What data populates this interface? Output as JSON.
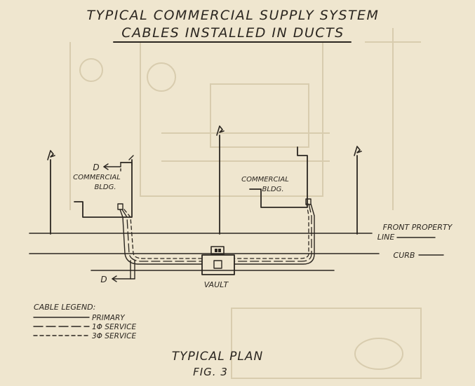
{
  "title": {
    "line1": "TYPICAL COMMERCIAL SUPPLY SYSTEM",
    "line2": "CABLES INSTALLED IN DUCTS"
  },
  "labels": {
    "bldg_left_1": "COMMERCIAL",
    "bldg_left_2": "BLDG.",
    "bldg_right_1": "COMMERCIAL",
    "bldg_right_2": "BLDG.",
    "property_line_1": "FRONT PROPERTY",
    "property_line_2": "LINE",
    "curb": "CURB",
    "vault": "VAULT",
    "d_top": "D",
    "d_bottom": "D"
  },
  "legend": {
    "heading": "CABLE LEGEND:",
    "items": [
      {
        "label": "PRIMARY",
        "style": "solid"
      },
      {
        "label": "1Φ SERVICE",
        "style": "long-dash"
      },
      {
        "label": "3Φ SERVICE",
        "style": "short-dash"
      }
    ]
  },
  "caption": {
    "line1": "TYPICAL PLAN",
    "line2": "FIG. 3"
  },
  "colors": {
    "paper": "#efe6cf",
    "ink": "#2b2620",
    "ghost": "#d8ccae"
  }
}
